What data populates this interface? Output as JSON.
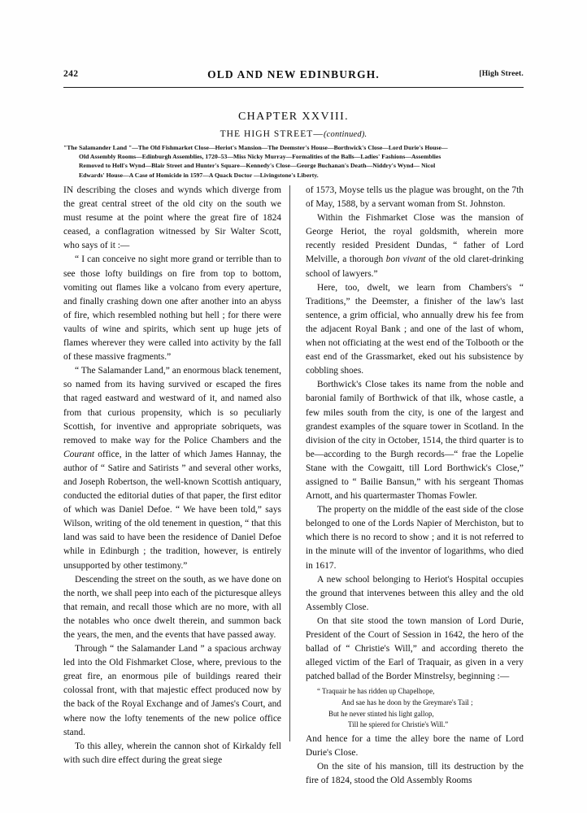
{
  "running_head": {
    "folio": "242",
    "title": "OLD AND NEW EDINBURGH.",
    "side_note": "[High Street."
  },
  "chapter": {
    "number_line": "CHAPTER  XXVIII.",
    "subtitle_main": "THE  HIGH  STREET—",
    "subtitle_italic": "(continued).",
    "synopsis_lines": [
      "\"The Salamander Land \"—The Old Fishmarket Close—Heriot's Mansion—The Deemster's House—Borthwick's Close—Lord Durie's House—",
      "Old Assembly Rooms—Edinburgh Assemblies, 1720–53—Miss Nicky Murray—Formalities of the Balls—Ladies' Fashions—Assemblies",
      "Removed to Hell's Wynd—Blair Street and Hunter's Square—Kennedy's Close—George Buchanan's Death—Niddry's Wynd— Nicol",
      "Edwards' House—A Case of Homicide in 1597—A Quack Doctor —Livingstone's Liberty."
    ]
  },
  "left_column": {
    "paragraphs": [
      {
        "id": "p1",
        "indent": false,
        "text": "IN describing the closes and wynds which diverge from the great central street of the old city on the south we must resume at the point where the great fire of 1824 ceased, a conflagration witnessed by Sir Walter Scott, who says of it :—"
      },
      {
        "id": "p2",
        "indent": true,
        "text": "“ I can conceive no sight more grand or terrible than to see those lofty buildings on fire from top to bottom, vomiting out flames like a volcano from every aperture, and finally crashing down one after another into an abyss of fire, which resembled nothing but hell ; for there were vaults of wine and spirits, which sent up huge jets of flames wherever they were called into activity by the fall of these massive fragments.”"
      },
      {
        "id": "p3",
        "indent": true,
        "pre": "“ The Salamander Land,” an enormous black tenement, so named from its having survived or escaped the fires that raged eastward and westward of it, and named also from that curious propensity, which is so peculiarly Scottish, for inventive and appropriate sobriquets, was removed to make way for the Police Chambers and the ",
        "italic": "Courant",
        "post": " office, in the latter of which James Hannay, the author of “ Satire and Satirists ” and several other works, and Joseph Robertson, the well-known Scottish antiquary, conducted the editorial duties of that paper, the first editor of which was Daniel Defoe. “ We have been told,” says Wilson, writing of the old tenement in question, “ that this land was said to have been the residence of Daniel Defoe while in Edinburgh ; the tradition, however, is entirely unsupported by other testimony.”"
      },
      {
        "id": "p4",
        "indent": true,
        "text": "Descending the street on the south, as we have done on the north, we shall peep into each of the picturesque alleys that remain, and recall those which are no more, with all the notables who once dwelt therein, and summon back the years, the men, and the events that have passed away."
      },
      {
        "id": "p5",
        "indent": true,
        "text": "Through “ the Salamander Land ” a spacious archway led into the Old Fishmarket Close, where, previous to the great fire, an enormous pile of buildings reared their colossal front, with that majestic effect produced now by the back of the Royal Exchange and of James's Court, and where now the lofty tenements of the new police office stand."
      },
      {
        "id": "p6",
        "indent": true,
        "text": "To this alley, wherein the cannon shot of Kirkaldy fell with such dire effect during the great siege"
      }
    ]
  },
  "right_column": {
    "paragraphs": [
      {
        "id": "r1",
        "indent": false,
        "text": "of 1573, Moyse tells us the plague was brought, on the 7th of May, 1588, by a servant woman from St. Johnston."
      },
      {
        "id": "r2",
        "indent": true,
        "pre": "Within the Fishmarket Close was the mansion of George Heriot, the royal goldsmith, wherein more recently resided President Dundas, “ father of Lord Melville, a thorough ",
        "italic": "bon vivant",
        "post": " of the old claret-drinking school of lawyers.”"
      },
      {
        "id": "r3",
        "indent": true,
        "text": "Here, too, dwelt, we learn from Chambers's “ Traditions,” the Deemster, a finisher of the law's last sentence, a grim official, who annually drew his fee from the adjacent Royal Bank ; and one of the last of whom, when not officiating at the west end of the Tolbooth or the east end of the Grassmarket, eked out his subsistence by cobbling shoes."
      },
      {
        "id": "r4",
        "indent": true,
        "text": "Borthwick's Close takes its name from the noble and baronial family of Borthwick of that ilk, whose castle, a few miles south from the city, is one of the largest and grandest examples of the square tower in Scotland. In the division of the city in October, 1514, the third quarter is to be—according to the Burgh records—“ frae the Lopelie Stane with the Cowgaitt, till Lord Borthwick's Close,” assigned to “ Bailie Bansun,” with his sergeant Thomas Arnott, and his quartermaster Thomas Fowler."
      },
      {
        "id": "r5",
        "indent": true,
        "text": "The property on the middle of the east side of the close belonged to one of the Lords Napier of Merchiston, but to which there is no record to show ; and it is not referred to in the minute will of the inventor of logarithms, who died in 1617."
      },
      {
        "id": "r6",
        "indent": true,
        "text": "A new school belonging to Heriot's Hospital occupies the ground that intervenes between this alley and the old Assembly Close."
      },
      {
        "id": "r7",
        "indent": true,
        "text": "On that site stood the town mansion of Lord Durie, President of the Court of Session in 1642, the hero of the ballad of “ Christie's Will,” and according thereto the alleged victim of the Earl of Traquair, as given in a very patched ballad of the Border Minstrelsy, beginning :—"
      }
    ],
    "verse": {
      "lines": [
        "“ Traquair he has ridden up Chapelhope,",
        "And sae has he doon by the Greymare's Tail ;",
        "But he never stinted his light gallop,",
        "Till he spiered for Christie's Will.”"
      ]
    },
    "paragraphs_after": [
      {
        "id": "r8",
        "indent": false,
        "text": "And hence for a time the alley bore the name of Lord Durie's Close."
      },
      {
        "id": "r9",
        "indent": true,
        "text": "On the site of his mansion, till its destruction by the fire of 1824, stood the Old Assembly Rooms"
      }
    ]
  }
}
